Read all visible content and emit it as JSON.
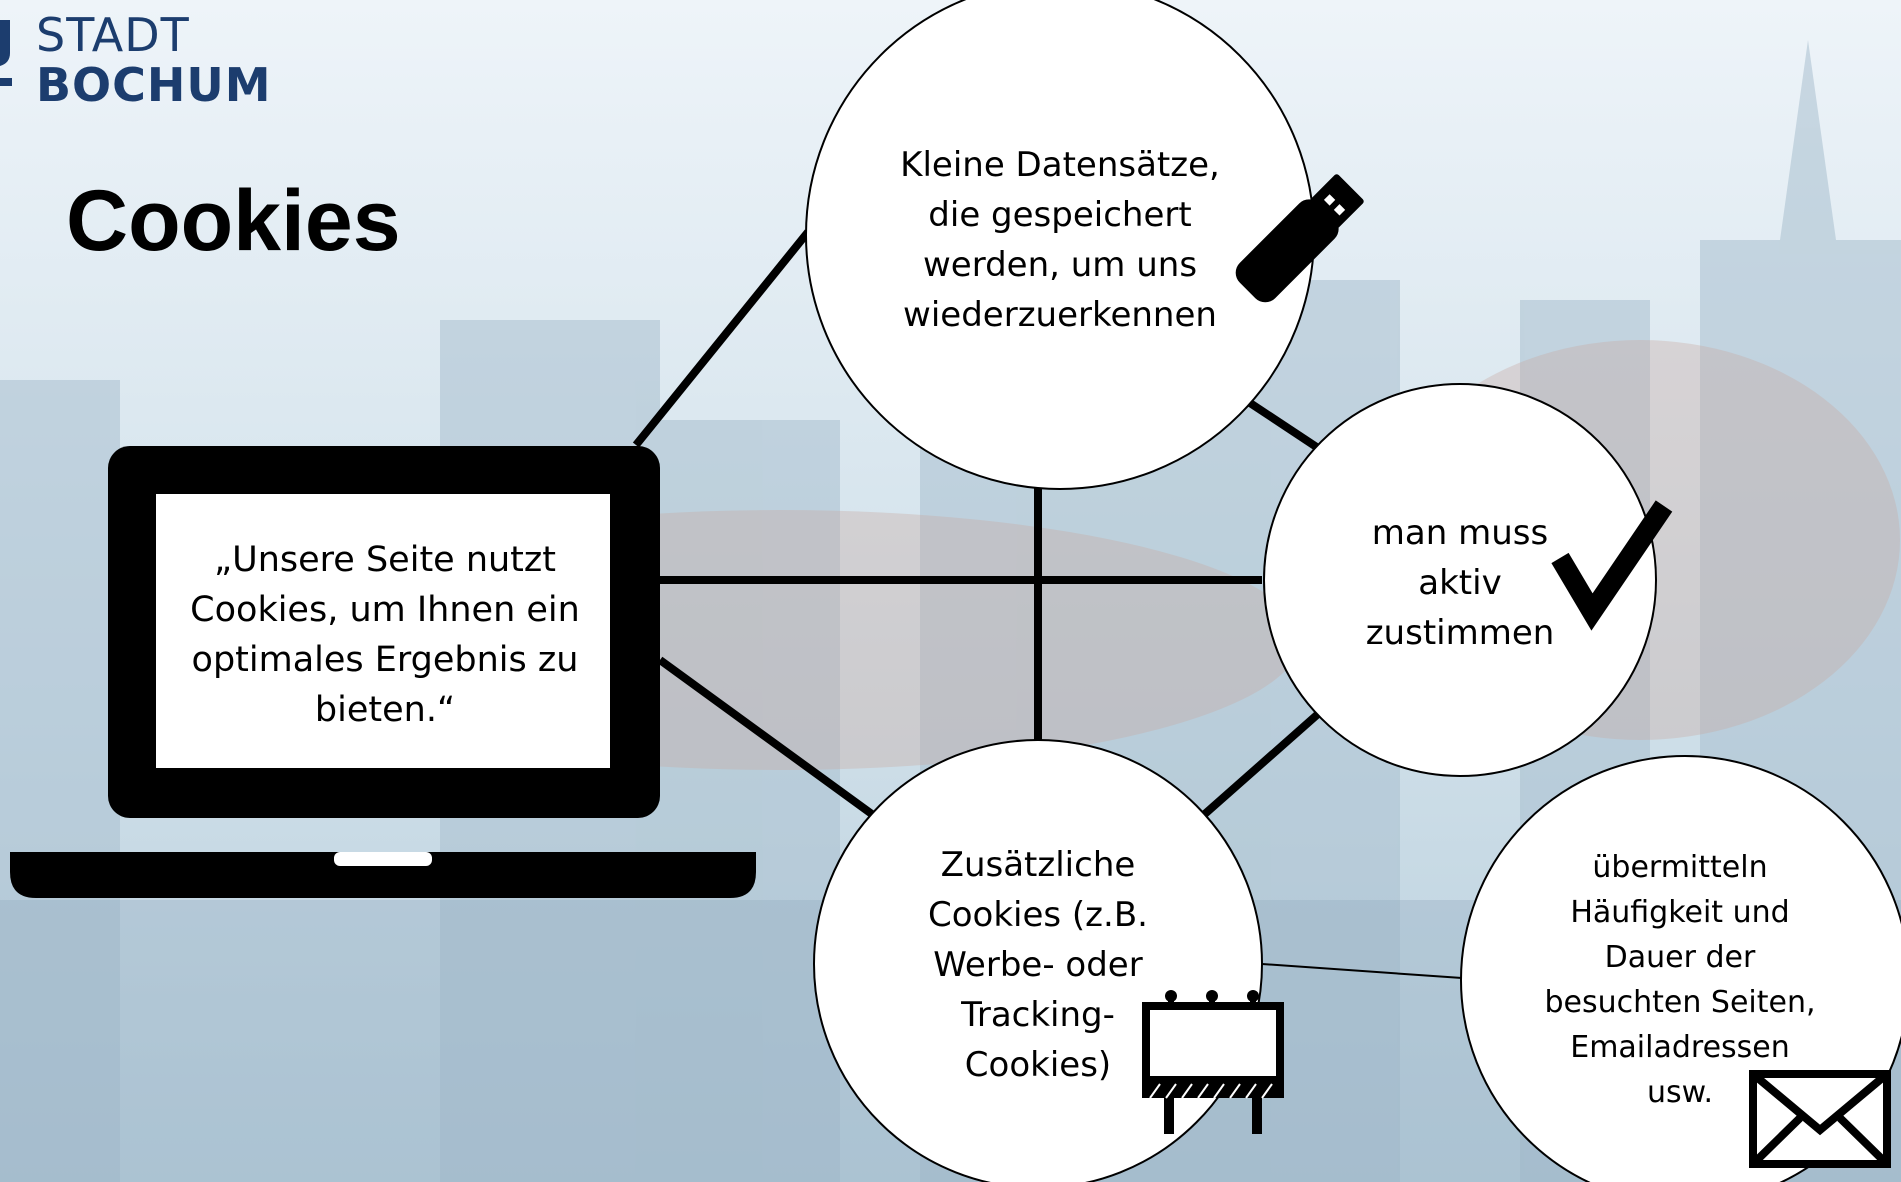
{
  "logo": {
    "line1": "STADT",
    "line2": "BOCHUM"
  },
  "slide": {
    "title": "Cookies"
  },
  "laptop": {
    "screen_text": "„Unsere Seite nutzt\nCookies, um Ihnen ein\noptimales Ergebnis zu\nbieten.“"
  },
  "nodes": [
    {
      "text": "Kleine Datensätze,\ndie gespeichert\nwerden, um uns\nwiederzuerkennen",
      "icon": "usb-stick-icon"
    },
    {
      "text": "man muss\naktiv\nzustimmen",
      "icon": "checkmark-icon"
    },
    {
      "text": "Zusätzliche\nCookies (z.B.\nWerbe- oder\nTracking-\nCookies)",
      "icon": "billboard-icon"
    },
    {
      "text": "übermitteln\nHäufigkeit und\nDauer der\nbesuchten Seiten,\nEmailadressen\nusw.",
      "icon": "envelope-icon"
    }
  ],
  "colors": {
    "logo_blue": "#1c3d6e",
    "line": "#000000",
    "node_fill": "#ffffff"
  }
}
